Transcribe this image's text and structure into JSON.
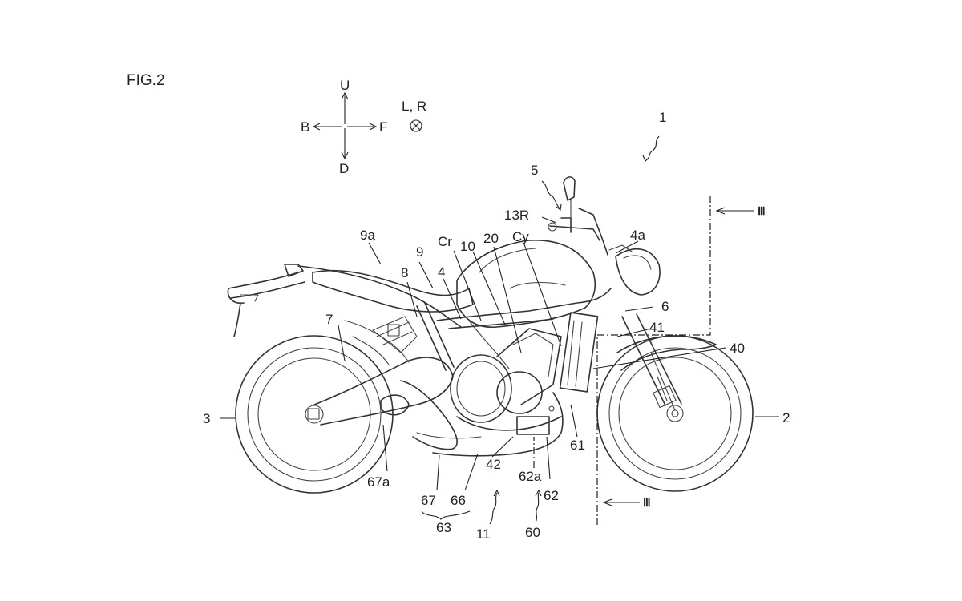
{
  "figure": {
    "title": "FIG.2"
  },
  "directions": {
    "up": "U",
    "down": "D",
    "back": "B",
    "front": "F",
    "lateral": "L, R"
  },
  "labels": {
    "l1": "1",
    "l2": "2",
    "l3": "3",
    "l4": "4",
    "l4a": "4a",
    "l5": "5",
    "l6": "6",
    "l7": "7",
    "l8": "8",
    "l9": "9",
    "l9a": "9a",
    "l10": "10",
    "l11": "11",
    "l13R": "13R",
    "l20": "20",
    "lCr": "Cr",
    "lCy": "Cy",
    "l40": "40",
    "l41": "41",
    "l42": "42",
    "l60": "60",
    "l61": "61",
    "l62": "62",
    "l62a": "62a",
    "l63": "63",
    "l66": "66",
    "l67": "67",
    "l67a": "67a"
  },
  "section": {
    "top": "Ⅲ",
    "bottom": "Ⅲ"
  }
}
